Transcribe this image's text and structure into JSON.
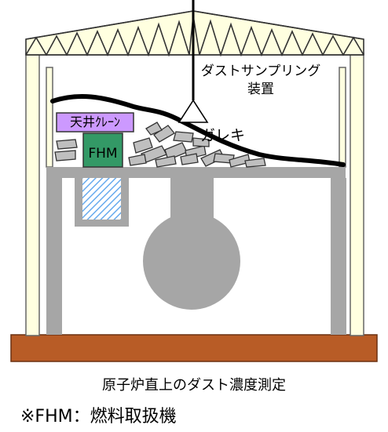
{
  "labels": {
    "dust_sampling": "ダストサンプリング装置",
    "rubble": "ガレキ",
    "crane": "天井ｸﾚｰﾝ",
    "fhm": "FHM"
  },
  "caption": "原子炉直上のダスト濃度測定",
  "footnote": "※FHM：燃料取扱機",
  "colors": {
    "building_frame": "#ffffe0",
    "concrete": "#a6a6a6",
    "ground": "#b85c26",
    "crane": "#cc99ff",
    "fhm": "#339966",
    "pool_hatch": "#66aaee"
  }
}
